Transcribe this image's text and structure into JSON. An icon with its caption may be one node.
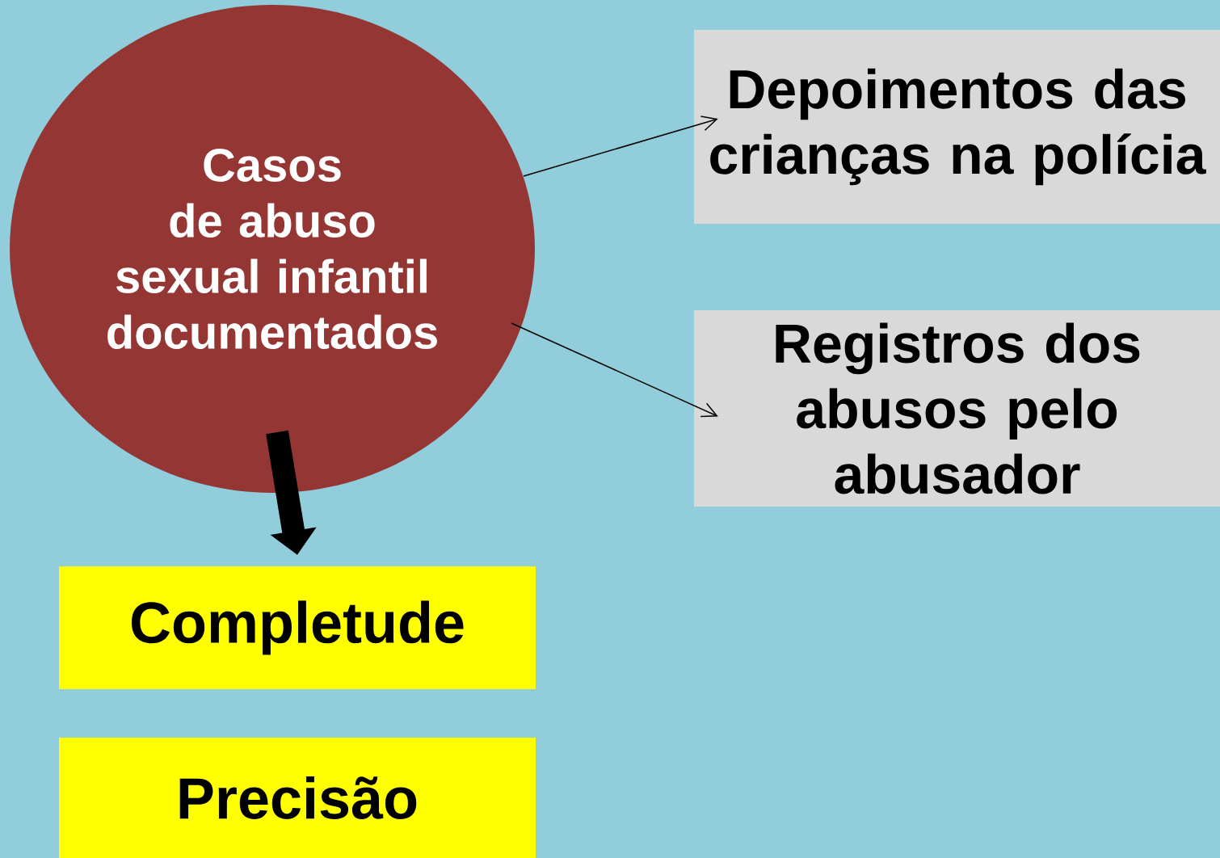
{
  "diagram": {
    "nodes": [
      {
        "text": [
          "Casos de abuso sexual infantil documentados"
        ]
      },
      {
        "text": [
          "Depoimentos das crianças na polícia"
        ]
      },
      {
        "text": [
          "Registros dos abusos pelo abusador"
        ]
      },
      {
        "text": [
          "Completude"
        ]
      },
      {
        "text": [
          "Precisão"
        ]
      }
    ],
    "edges": [
      {
        "from": 0,
        "to": 1,
        "arrow": "to"
      },
      {
        "from": 0,
        "to": 2,
        "arrow": "to"
      },
      {
        "from": 0,
        "to": 3,
        "arrow": "to",
        "style": "thick"
      }
    ]
  }
}
